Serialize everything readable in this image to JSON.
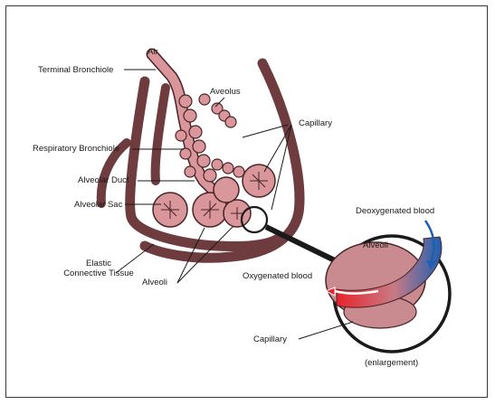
{
  "labels": {
    "air": "Air",
    "terminal_bronchiole": "Terminal Bronchiole",
    "alveolus": "Aveolus",
    "capillary_top": "Capillary",
    "respiratory_bronchiole": "Respiratory Bronchiole",
    "alveolar_duct": "Alveolar Duct",
    "alveolar_sac": "Alveolar Sac",
    "elastic_tissue_line1": "Elastic",
    "elastic_tissue_line2": "Connective Tissue",
    "alveoli_bottom": "Alveoli",
    "deoxygenated_blood": "Deoxygenated blood",
    "alveoli_enlarged": "Alveoli",
    "oxygenated_blood": "Oxygenated blood",
    "capillary_bottom": "Capillary",
    "enlargement": "(enlargement)"
  },
  "colors": {
    "tissue": "#6e3b3e",
    "alveoli_fill": "#d9979c",
    "alveoli_stroke": "#4a2427",
    "oxygenated": "#e8232a",
    "deoxygenated": "#1f5fb0",
    "enlargement_fill": "#c98b90"
  }
}
